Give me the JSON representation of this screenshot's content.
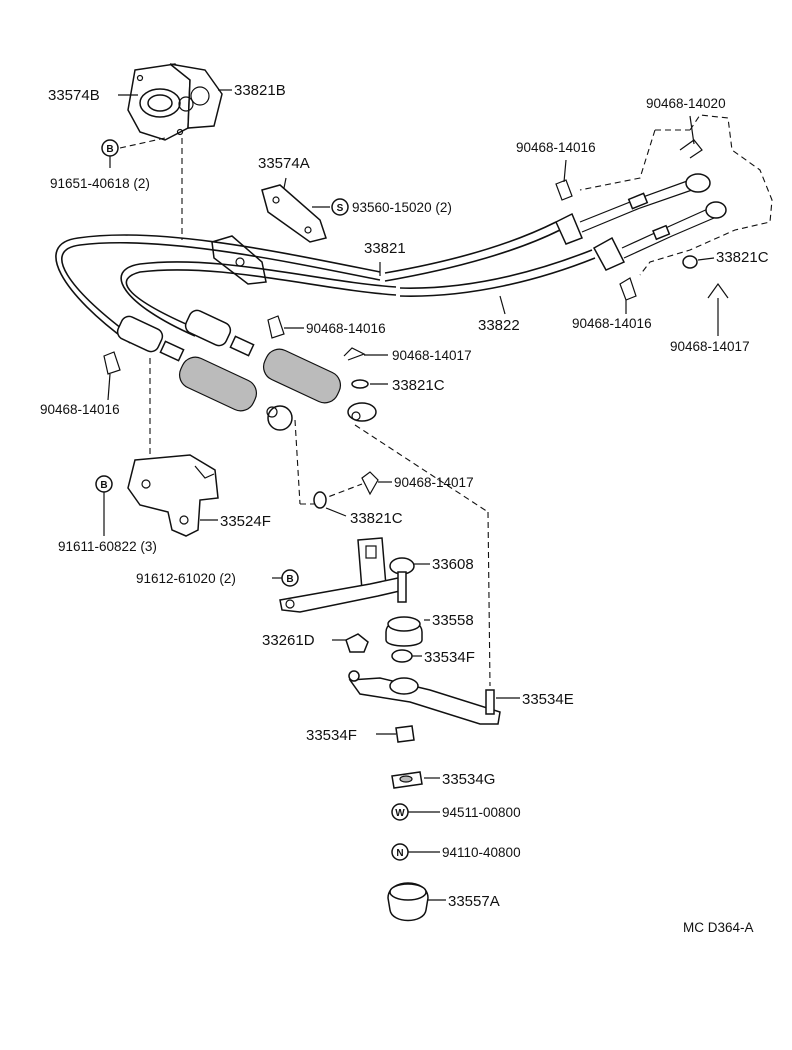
{
  "labels": {
    "p33574B": "33574B",
    "p33821B": "33821B",
    "p91651": "91651-40618 (2)",
    "p33574A": "33574A",
    "p93560": "93560-15020 (2)",
    "p90468_14020": "90468-14020",
    "p90468_14016_top": "90468-14016",
    "p33821": "33821",
    "p33821C_right": "33821C",
    "p33822": "33822",
    "p90468_14016_right": "90468-14016",
    "p90468_14017_right": "90468-14017",
    "p90468_14016_mid": "90468-14016",
    "p90468_14017_mid": "90468-14017",
    "p33821C_mid": "33821C",
    "p90468_14016_left": "90468-14016",
    "p90468_14017_low": "90468-14017",
    "p33821C_low": "33821C",
    "p91611": "91611-60822 (3)",
    "p33524F": "33524F",
    "p91612": "91612-61020 (2)",
    "p33608": "33608",
    "p33558": "33558",
    "p33261D": "33261D",
    "p33534F_upper": "33534F",
    "p33534E": "33534E",
    "p33534F_lower": "33534F",
    "p33534G": "33534G",
    "p94511": "94511-00800",
    "p94110": "94110-40800",
    "p33557A": "33557A",
    "footer": "MC  D364-A"
  },
  "codes": {
    "b": "B",
    "s": "S",
    "w": "W",
    "n": "N"
  }
}
